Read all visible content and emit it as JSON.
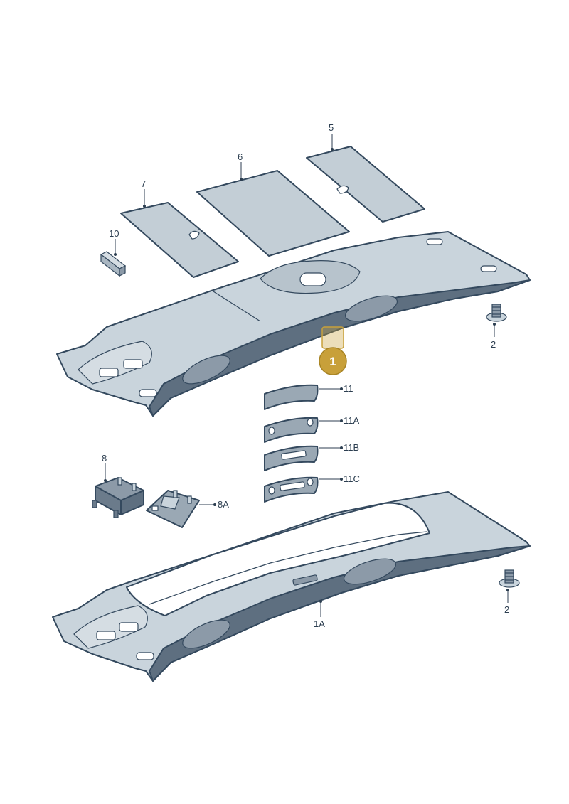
{
  "callout": {
    "number": "1",
    "color": "#C8A03A"
  },
  "labels": {
    "p5": "5",
    "p6": "6",
    "p7": "7",
    "p10": "10",
    "p2_top": "2",
    "p11": "11",
    "p11A": "11A",
    "p11B": "11B",
    "p11C": "11C",
    "p8": "8",
    "p8A": "8A",
    "p2_bottom": "2",
    "p1A": "1A"
  },
  "colors": {
    "headliner_light": "#c9d4dc",
    "headliner_dark": "#5e6f80",
    "pad": "#c3ced6",
    "outline": "#34495e"
  }
}
